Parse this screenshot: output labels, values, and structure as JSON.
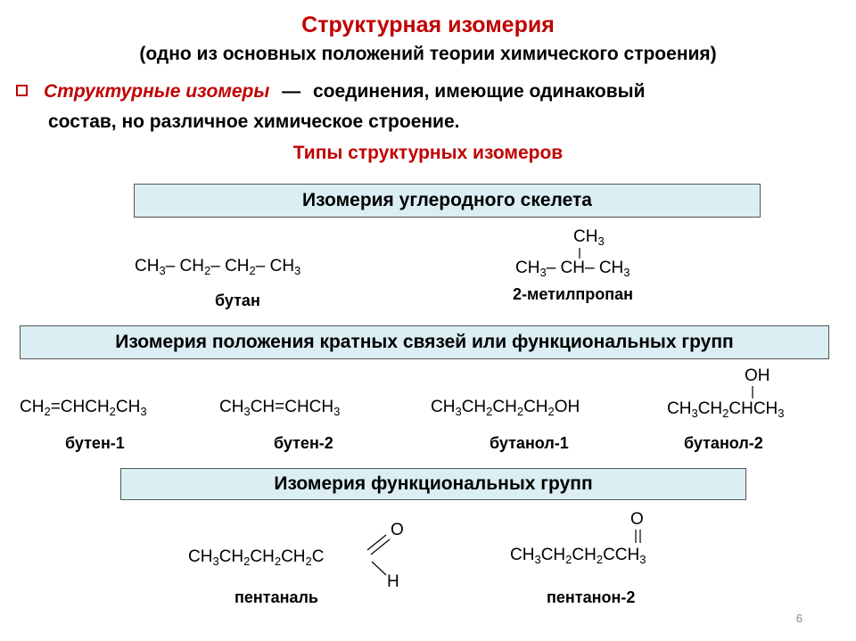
{
  "slide": {
    "title": "Структурная изомерия",
    "subtitle": "(одно из основных положений теории химического строения)",
    "definition_term": "Структурные изомеры",
    "definition_dash": "—",
    "definition_text": "соединения, имеющие одинаковый",
    "definition_text2": "состав, но различное химическое строение.",
    "types_heading": "Типы  структурных изомеров",
    "page_number": "6"
  },
  "sections": [
    {
      "label": "Изомерия углеродного скелета"
    },
    {
      "label": "Изомерия положения кратных связей или функциональных групп"
    },
    {
      "label": "Изомерия функциональных групп"
    }
  ],
  "compounds": {
    "butane": {
      "name": "бутан"
    },
    "methylpropane": {
      "name": "2-метилпропан"
    },
    "butene1": {
      "name": "бутен-1"
    },
    "butene2": {
      "name": "бутен-2"
    },
    "butanol1": {
      "name": "бутанол-1"
    },
    "butanol2": {
      "name": "бутанол-2"
    },
    "pentanal": {
      "name": "пентаналь"
    },
    "pentanone2": {
      "name": "пентанон-2"
    }
  },
  "atoms": {
    "oh": "OH",
    "o": "O",
    "h": "H",
    "ch": "CH",
    "c": "C",
    "ch3_branch": "CH"
  }
}
